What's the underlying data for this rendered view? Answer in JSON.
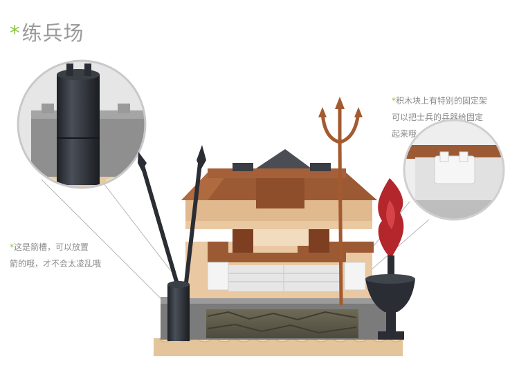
{
  "title": {
    "star": "*",
    "text": "练兵场"
  },
  "notes": {
    "right": {
      "star": "*",
      "line1": "积木块上有特别的固定架",
      "line2": "可以把士兵的兵器给固定",
      "line3": "起来哦"
    },
    "left": {
      "star": "*",
      "line1": "这是箭槽，可以放置",
      "line2": "箭的哦，才不会太凌乱哦"
    }
  },
  "colors": {
    "accent": "#8cc63f",
    "text": "#8a8a8a",
    "roof": "#9c5a34",
    "pillar": "#8a4a2a",
    "tan": "#e8c9a0",
    "gray": "#8c8c8c",
    "dark": "#2a2d33"
  }
}
